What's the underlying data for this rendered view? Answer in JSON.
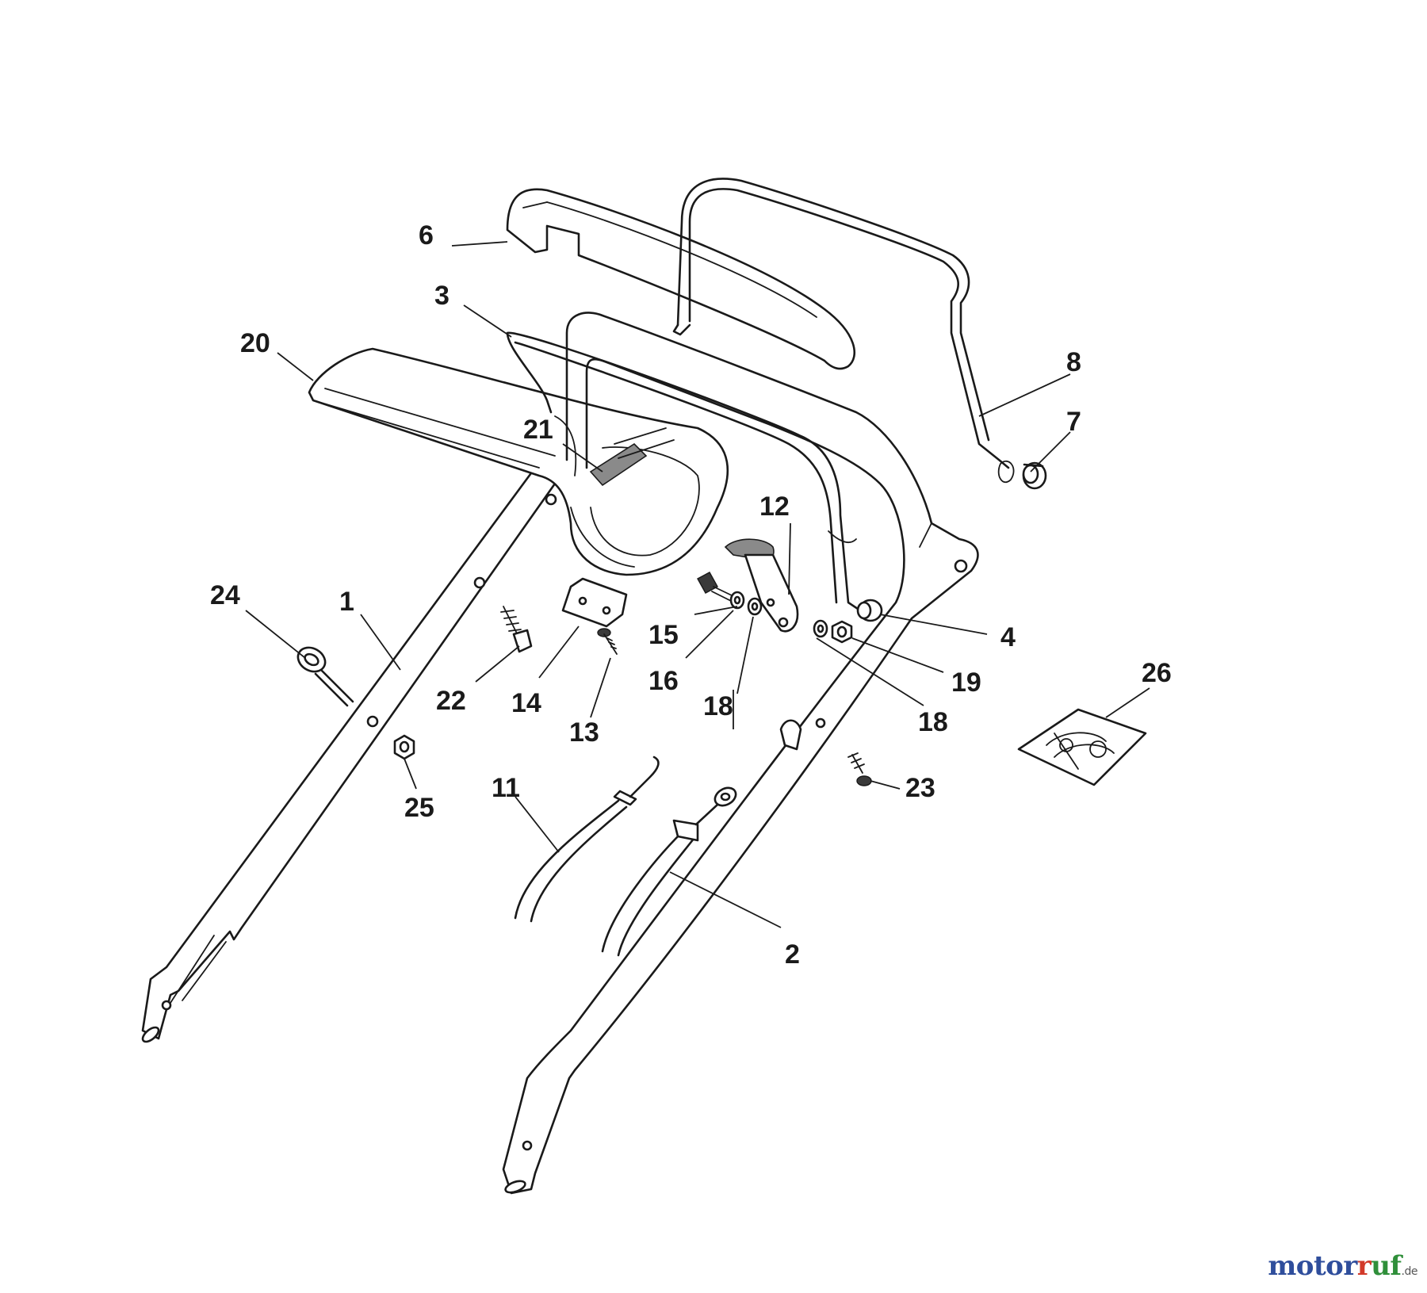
{
  "callouts": {
    "c1": "1",
    "c2": "2",
    "c3": "3",
    "c4": "4",
    "c6": "6",
    "c7": "7",
    "c8": "8",
    "c11": "11",
    "c12": "12",
    "c13": "13",
    "c14": "14",
    "c15": "15",
    "c16": "16",
    "c18a": "18",
    "c18b": "18",
    "c19": "19",
    "c20": "20",
    "c21": "21",
    "c22": "22",
    "c23": "23",
    "c24": "24",
    "c25": "25",
    "c26": "26"
  },
  "watermark": {
    "brand_part1": "motor",
    "brand_part2": "uf",
    "brand_r": "r",
    "suffix": ".de",
    "colors": {
      "blue": "#2f4e9c",
      "red": "#d23a2a",
      "green": "#2f8f3a"
    }
  }
}
